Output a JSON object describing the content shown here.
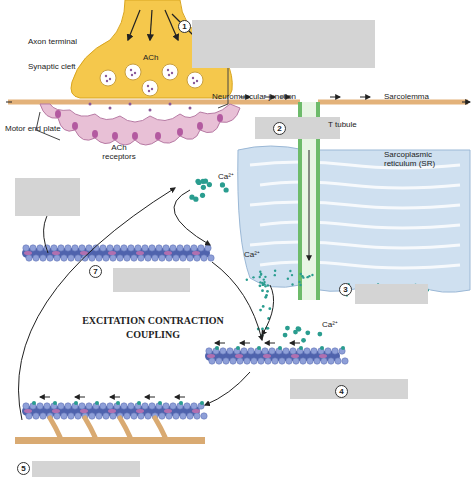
{
  "diagram": {
    "title": "EXCITATION CONTRACTION COUPLING",
    "labels": [
      "Axon terminal",
      "Synaptic cleft",
      "ACh",
      "Neuromuscular junction",
      "Sarcolemma",
      "T tubule",
      "Sarcoplasmic reticulum (SR)",
      "Motor end plate",
      "ACh receptors",
      "Ca²⁺",
      "Ca²⁺",
      "Ca²⁺",
      "1",
      "2",
      "3",
      "4",
      "5",
      "7"
    ]
  }
}
